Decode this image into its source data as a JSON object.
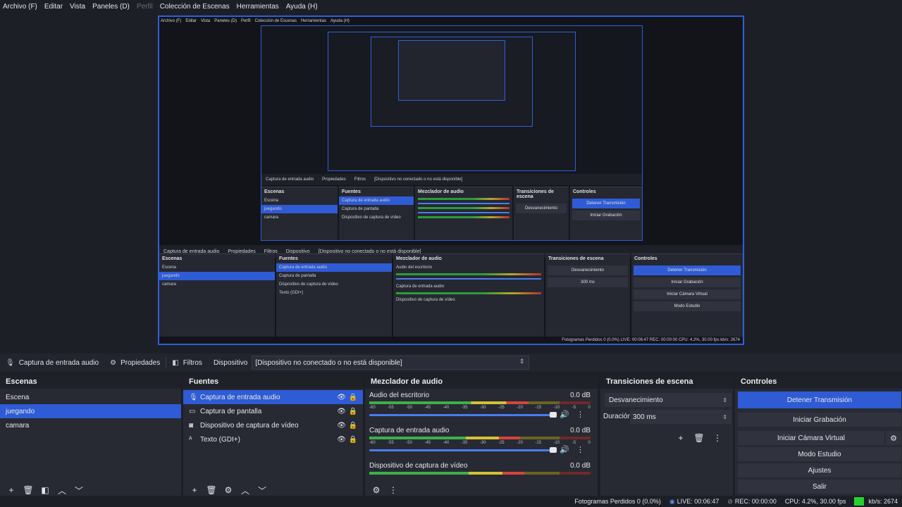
{
  "menu": [
    "Archivo (F)",
    "Editar",
    "Vista",
    "Paneles (D)",
    "Perfil",
    "Colección de Escenas",
    "Herramientas",
    "Ayuda (H)"
  ],
  "source_bar": {
    "source_name": "Captura de entrada audio",
    "properties": "Propiedades",
    "filters": "Filtros",
    "device_label": "Dispositivo",
    "device_value": "[Dispositivo no conectado o no está disponible]"
  },
  "scenes": {
    "title": "Escenas",
    "items": [
      "Escena",
      "juegando",
      "camara"
    ],
    "selected": 1
  },
  "sources": {
    "title": "Fuentes",
    "items": [
      {
        "label": "Captura de entrada audio",
        "icon": "microphone-icon"
      },
      {
        "label": "Captura de pantalla",
        "icon": "monitor-icon"
      },
      {
        "label": "Dispositivo de captura de vídeo",
        "icon": "camera-icon"
      },
      {
        "label": "Texto (GDI+)",
        "icon": "text-icon"
      }
    ],
    "selected": 0
  },
  "mixer": {
    "title": "Mezclador de audio",
    "scale": [
      "-60",
      "-55",
      "-50",
      "-45",
      "-40",
      "-35",
      "-30",
      "-25",
      "-20",
      "-15",
      "-10",
      "-5",
      "0"
    ],
    "channels": [
      {
        "name": "Audio del escritorio",
        "db": "0.0 dB",
        "level": 0.72
      },
      {
        "name": "Captura de entrada audio",
        "db": "0.0 dB",
        "level": 0.68
      },
      {
        "name": "Dispositivo de captura de vídeo",
        "db": "0.0 dB",
        "level": 0.7
      }
    ]
  },
  "transitions": {
    "title": "Transiciones de escena",
    "type": "Desvanecimiento",
    "duration_label": "Duración",
    "duration_value": "300 ms"
  },
  "controls": {
    "title": "Controles",
    "stop_stream": "Detener Transmisión",
    "start_recording": "Iniciar Grabación",
    "start_virtual_cam": "Iniciar Cámara Virtual",
    "studio_mode": "Modo Estudio",
    "settings": "Ajustes",
    "exit": "Salir"
  },
  "status": {
    "dropped": "Fotogramas Perdidos 0 (0.0%)",
    "live": "LIVE: 00:06:47",
    "rec": "REC: 00:00:00",
    "cpu": "CPU: 4.2%, 30.00 fps",
    "kbs": "kb/s: 2674"
  },
  "preview_inner": {
    "menu": [
      "Archivo (F)",
      "Editar",
      "Vista",
      "Paneles (D)",
      "Perfil",
      "Colección de Escenas",
      "Herramientas",
      "Ayuda (H)"
    ],
    "status": "Fotogramas Perdidos 0 (0.0%)   LIVE: 00:06:47   REC: 00:00:00   CPU: 4.2%, 30.00 fps   kb/s: 2674"
  },
  "colors": {
    "accent": "#2f5bd4",
    "bg": "#1d1f26",
    "panel": "#272a33",
    "live_indicator": "#27d22e"
  }
}
